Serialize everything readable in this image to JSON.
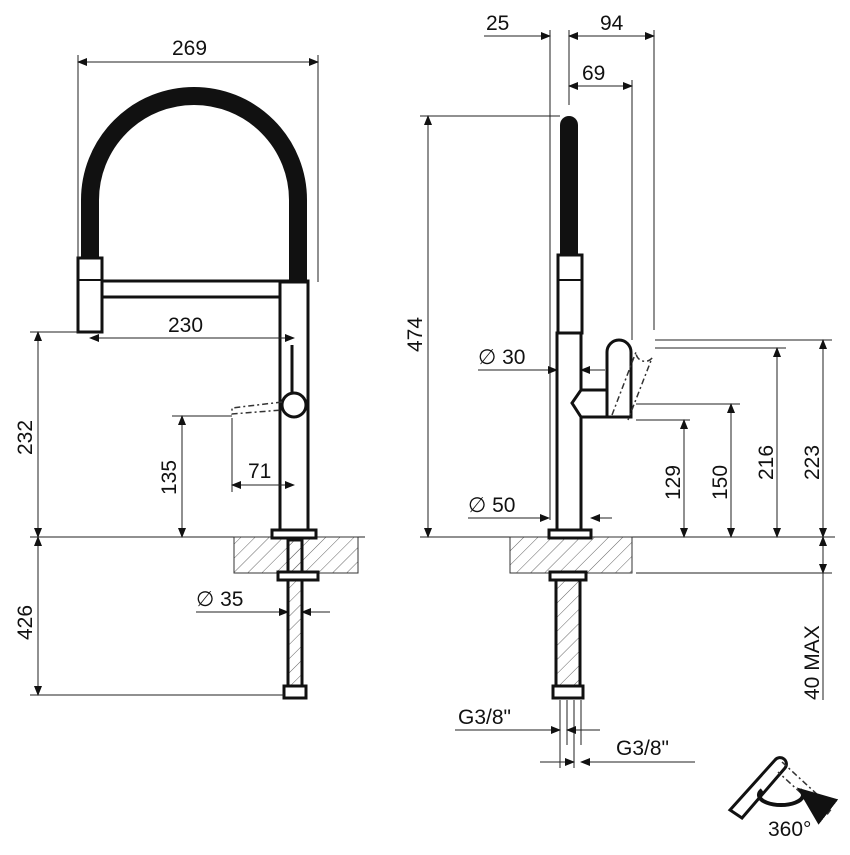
{
  "title": "Kitchen mixer with pull-out spray — technical dimensions",
  "units": "mm",
  "front_view": {
    "overall_width": "269",
    "spout_reach": "230",
    "spout_height": "232",
    "lever_height": "135",
    "lever_offset": "71",
    "shank_diameter": "∅ 35",
    "shank_length": "426"
  },
  "side_view": {
    "offset_25": "25",
    "offset_94": "94",
    "offset_69": "69",
    "total_height": "474",
    "body_diameter": "∅ 30",
    "base_diameter": "∅ 50",
    "h_129": "129",
    "h_150": "150",
    "h_216": "216",
    "h_223": "223",
    "deck_thickness": "40 MAX",
    "connection_1": "G3/8\"",
    "connection_2": "G3/8\""
  },
  "rotation": {
    "label": "360°"
  }
}
